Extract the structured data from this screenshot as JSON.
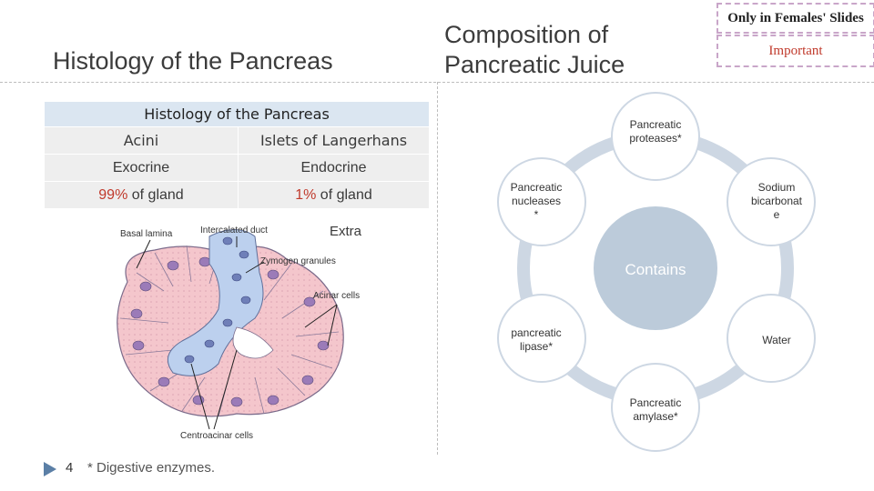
{
  "left": {
    "title": "Histology of the Pancreas",
    "table": {
      "header": "Histology of the Pancreas",
      "rows": [
        {
          "a": "Acini",
          "b": "Islets of Langerhans"
        },
        {
          "a": "Exocrine",
          "b": "Endocrine"
        },
        {
          "a_pct": "99%",
          "a_rest": " of gland",
          "b_pct": "1%",
          "b_rest": " of gland"
        }
      ]
    },
    "extra": "Extra",
    "figure_labels": {
      "basal": "Basal lamina",
      "duct": "Intercalated duct",
      "zymogen": "Zymogen granules",
      "acinar": "Acinar cells",
      "centro": "Centroacinar cells"
    }
  },
  "right": {
    "title_line1": "Composition of",
    "title_line2": "Pancreatic Juice",
    "tags": {
      "females": "Only in Females' Slides",
      "important": "Important"
    },
    "center": "Contains",
    "nodes": {
      "top": [
        "Pancreatic",
        "proteases*"
      ],
      "upper_left": [
        "Pancreatic",
        "nucleases",
        "*"
      ],
      "upper_right": [
        "Sodium",
        "bicarbonat",
        "e"
      ],
      "lower_left": [
        "pancreatic",
        "lipase*"
      ],
      "lower_right": [
        "Water"
      ],
      "bottom": [
        "Pancreatic",
        "amylase*"
      ]
    }
  },
  "footer": {
    "page": "4",
    "note": "* Digestive enzymes."
  },
  "colors": {
    "red": "#c0392b",
    "ring": "#c9d4e0",
    "center": "#bccbda",
    "header_bg": "#dbe6f1"
  }
}
